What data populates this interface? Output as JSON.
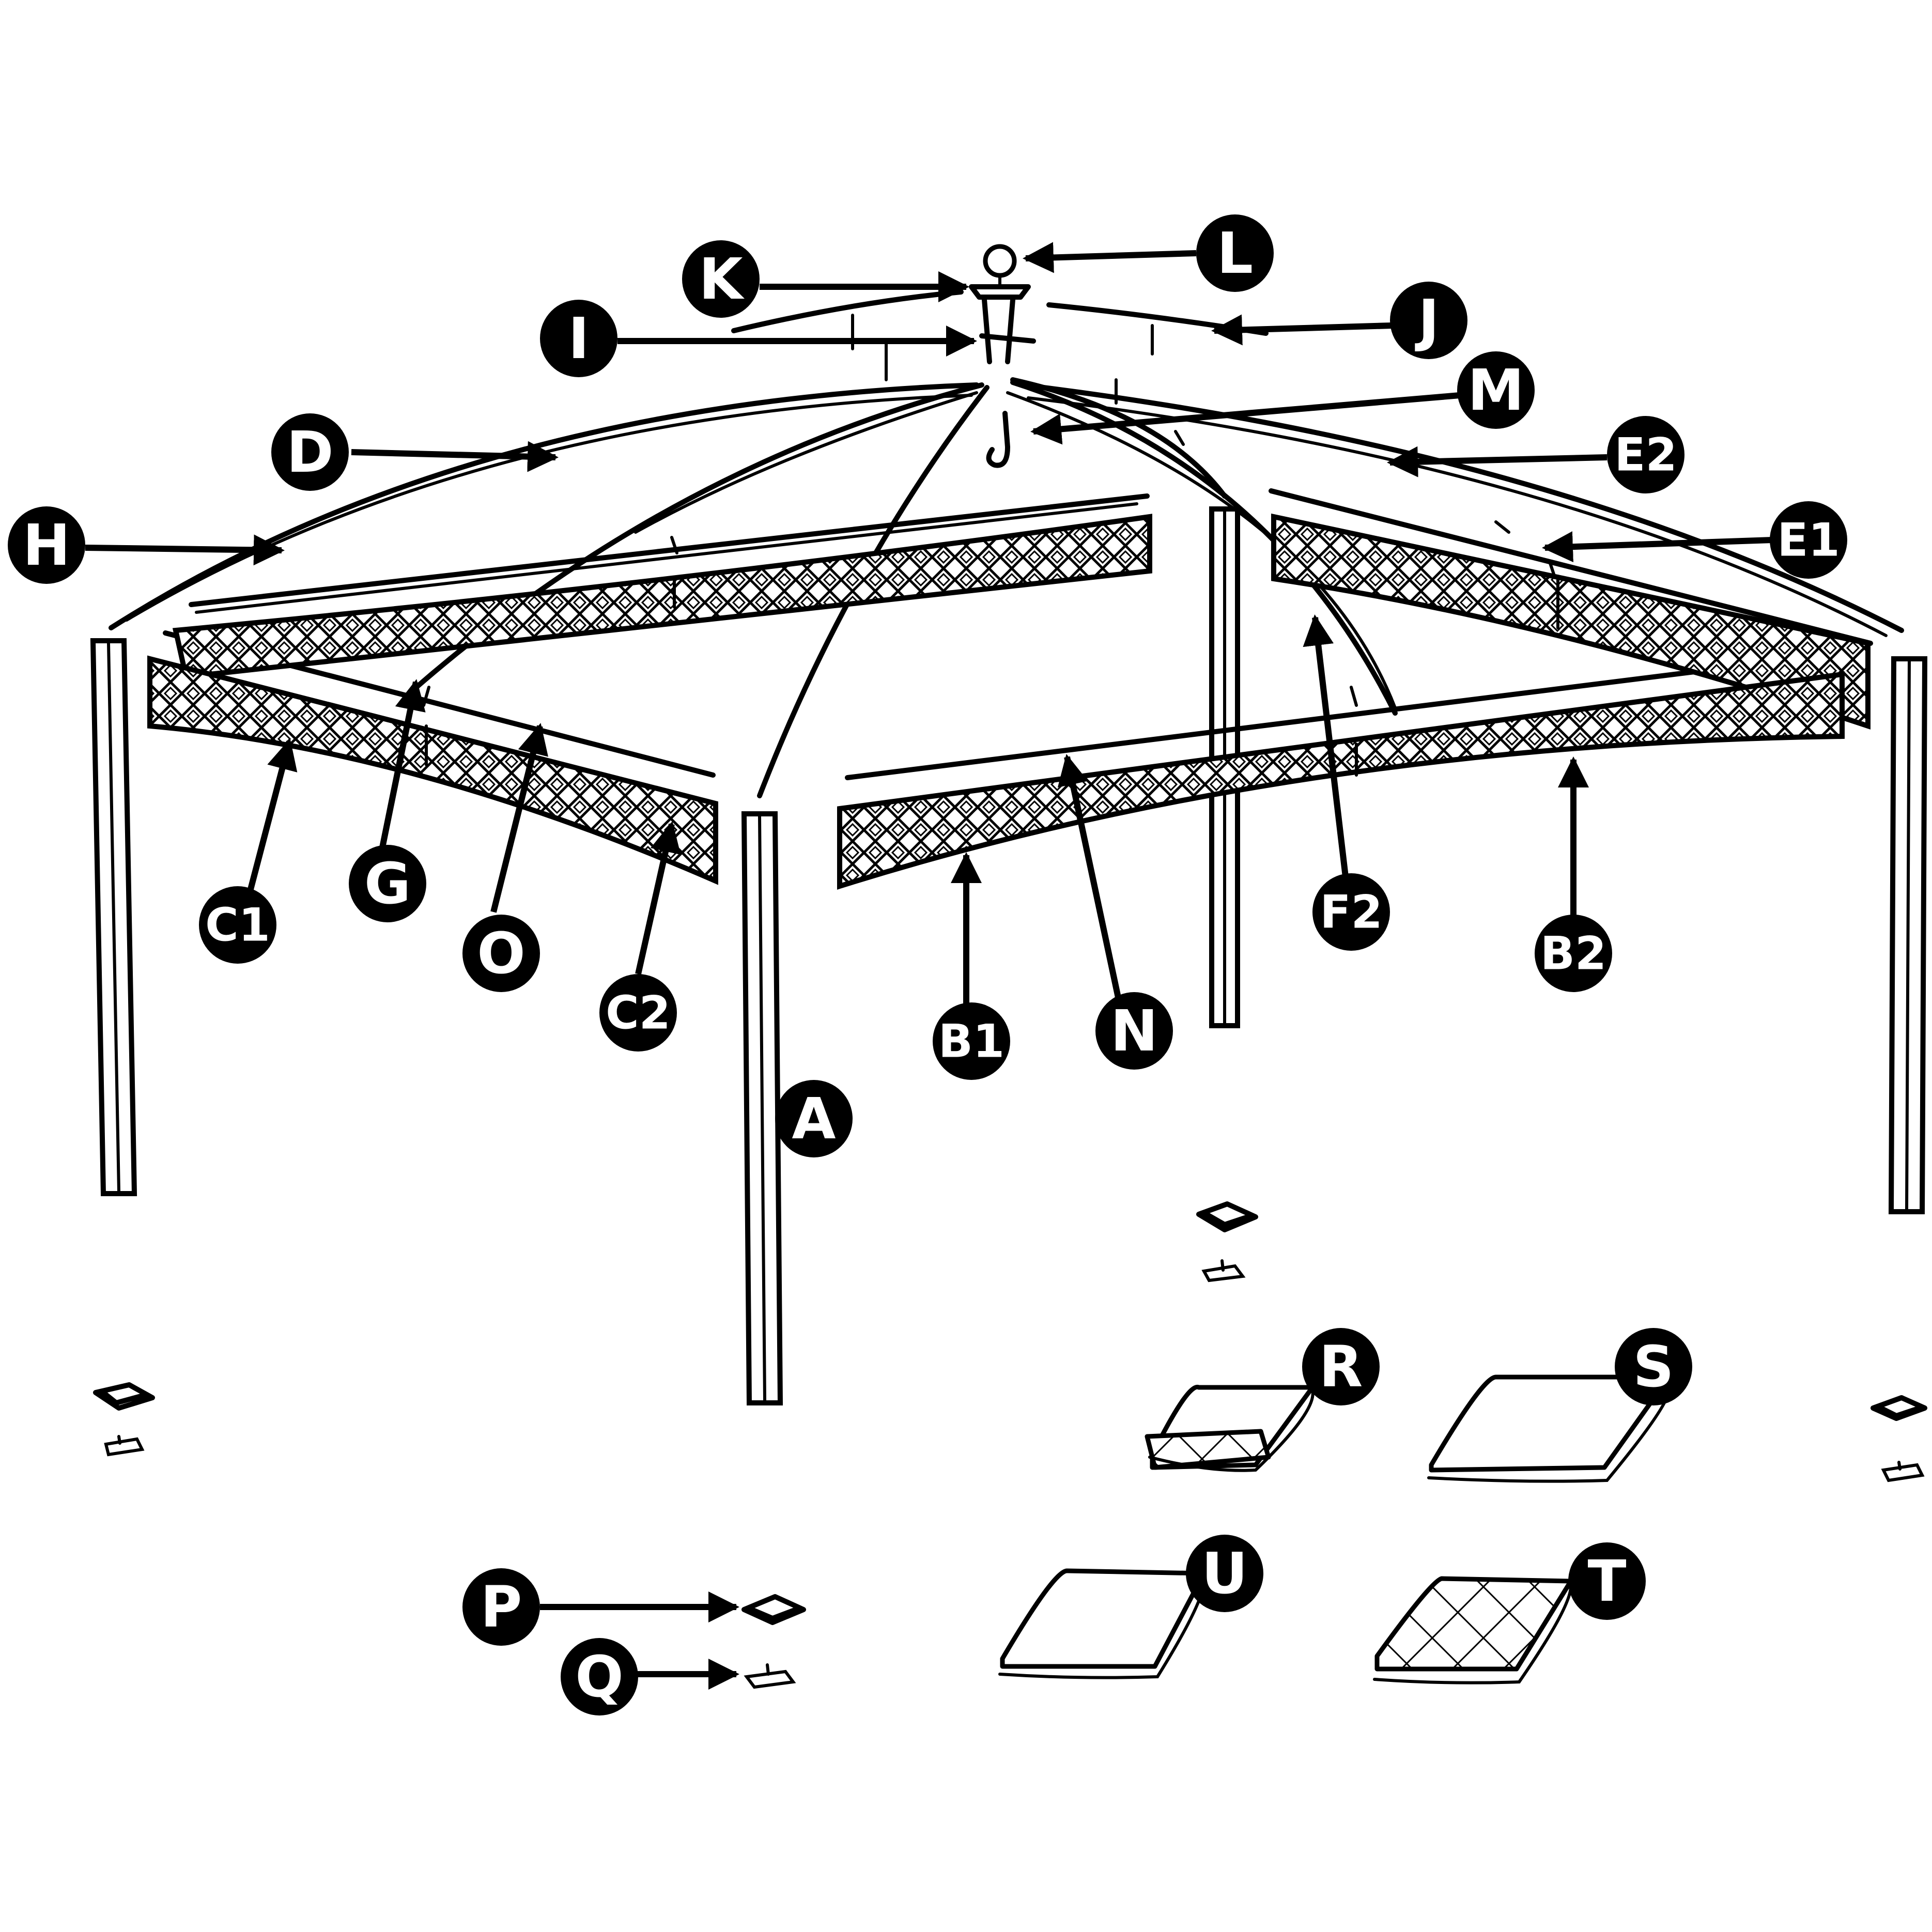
{
  "callouts": {
    "A": "A",
    "B1": "B1",
    "B2": "B2",
    "C1": "C1",
    "C2": "C2",
    "D": "D",
    "E1": "E1",
    "E2": "E2",
    "F2": "F2",
    "G": "G",
    "H": "H",
    "I": "I",
    "J": "J",
    "K": "K",
    "L": "L",
    "M": "M",
    "N": "N",
    "O": "O",
    "P": "P",
    "Q": "Q",
    "R": "R",
    "S": "S",
    "T": "T",
    "U": "U"
  },
  "colors": {
    "ink": "#000000",
    "paper": "#ffffff"
  }
}
